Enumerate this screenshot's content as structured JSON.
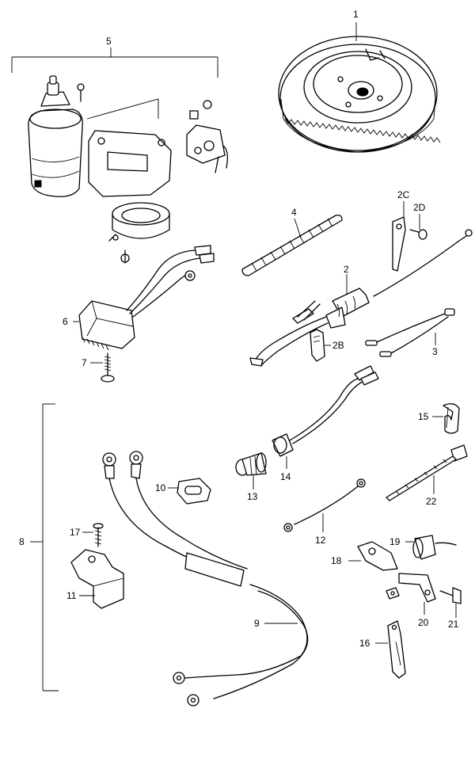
{
  "callouts": {
    "p1": "1",
    "p2": "2",
    "p2B": "2B",
    "p2C": "2C",
    "p2D": "2D",
    "p3": "3",
    "p4": "4",
    "p5": "5",
    "p6": "6",
    "p7": "7",
    "p8": "8",
    "p9": "9",
    "p10": "10",
    "p11": "11",
    "p12": "12",
    "p13": "13",
    "p14": "14",
    "p15": "15",
    "p16": "16",
    "p17": "17",
    "p18": "18",
    "p19": "19",
    "p20": "20",
    "p21": "21",
    "p22": "22"
  },
  "parts": [
    {
      "ref": "1",
      "icon": "flywheel-icon"
    },
    {
      "ref": "2",
      "icon": "harness-icon"
    },
    {
      "ref": "2B",
      "icon": "clip-icon"
    },
    {
      "ref": "2C",
      "icon": "clamp-icon"
    },
    {
      "ref": "2D",
      "icon": "bolt-icon"
    },
    {
      "ref": "3",
      "icon": "lead-wire-icon"
    },
    {
      "ref": "4",
      "icon": "protector-tube-icon"
    },
    {
      "ref": "5",
      "icon": "starter-motor-assembly-icon"
    },
    {
      "ref": "6",
      "icon": "ignition-coil-icon"
    },
    {
      "ref": "7",
      "icon": "screw-icon"
    },
    {
      "ref": "8",
      "icon": "battery-cable-assembly-icon"
    },
    {
      "ref": "9",
      "icon": "battery-cable-icon"
    },
    {
      "ref": "10",
      "icon": "grommet-icon"
    },
    {
      "ref": "11",
      "icon": "holder-icon"
    },
    {
      "ref": "12",
      "icon": "ground-wire-icon"
    },
    {
      "ref": "13",
      "icon": "switch-icon"
    },
    {
      "ref": "14",
      "icon": "cap-icon"
    },
    {
      "ref": "15",
      "icon": "clamp-icon"
    },
    {
      "ref": "16",
      "icon": "clamp-band-icon"
    },
    {
      "ref": "17",
      "icon": "screw-icon"
    },
    {
      "ref": "18",
      "icon": "bracket-icon"
    },
    {
      "ref": "19",
      "icon": "relay-icon"
    },
    {
      "ref": "20",
      "icon": "bracket-icon"
    },
    {
      "ref": "21",
      "icon": "bolt-icon"
    },
    {
      "ref": "22",
      "icon": "cable-tie-icon"
    }
  ]
}
